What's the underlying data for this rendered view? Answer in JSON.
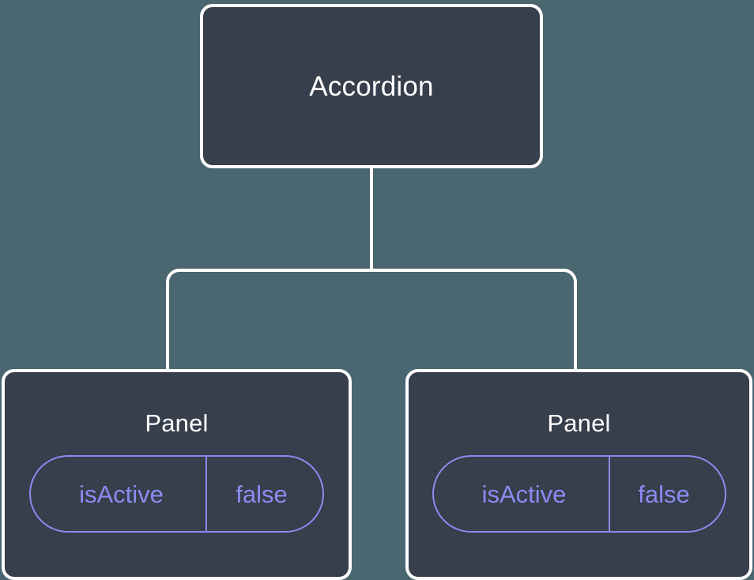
{
  "diagram": {
    "type": "component-tree",
    "background_color": "#4a6670",
    "node_fill_color": "#373e4c",
    "node_border_color": "#ffffff",
    "connector_color": "#ffffff",
    "accent_color": "#8a8cf0",
    "root": {
      "label": "Accordion"
    },
    "children": [
      {
        "label": "Panel",
        "state": {
          "key": "isActive",
          "value": "false"
        }
      },
      {
        "label": "Panel",
        "state": {
          "key": "isActive",
          "value": "false"
        }
      }
    ]
  }
}
